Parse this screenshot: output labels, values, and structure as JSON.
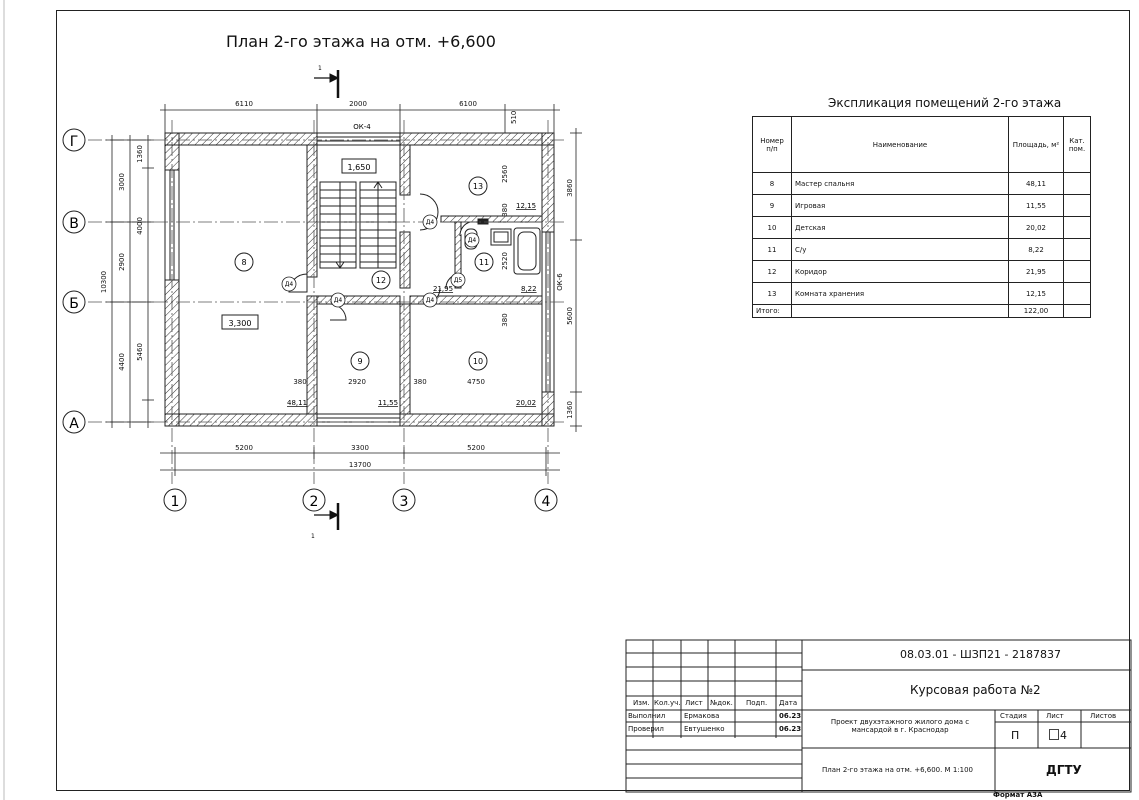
{
  "plan": {
    "title": "План 2-го этажа на отм. +6,600",
    "section_mark": "1",
    "window_mark_top": "ОК-4",
    "window_mark_side": "ОК-6",
    "stair_level": "1,650",
    "level_mark": "3,300",
    "axes_letters": [
      "Г",
      "В",
      "Б",
      "А"
    ],
    "axes_numbers": [
      "1",
      "2",
      "3",
      "4"
    ],
    "dims_top": [
      "6110",
      "2000",
      "6100",
      "510"
    ],
    "dims_bottom": [
      "5200",
      "3300",
      "5200",
      "13700"
    ],
    "dims_left_outer": [
      "3000",
      "2900",
      "4400",
      "10300"
    ],
    "dims_left_inner": [
      "1360",
      "4000",
      "5460"
    ],
    "dims_right": [
      "3860",
      "5600",
      "1360"
    ],
    "dims_inner": [
      "2560",
      "380",
      "2520",
      "380",
      "2920",
      "380",
      "4750",
      "380"
    ],
    "room_numbers": [
      "8",
      "9",
      "10",
      "11",
      "12",
      "13"
    ],
    "room_areas": [
      "48,11",
      "11,55",
      "20,02",
      "8,22",
      "21,95",
      "12,15"
    ],
    "door_marks": [
      "Д4",
      "Д4",
      "Д4",
      "Д4",
      "Д5",
      "Д4"
    ]
  },
  "explication": {
    "title": "Экспликация помещений 2-го этажа",
    "headers": [
      "Номер п/п",
      "Наименование",
      "Площадь, м²",
      "Кат. пом."
    ],
    "rows": [
      {
        "num": "8",
        "name": "Мастер спальня",
        "area": "48,11",
        "cat": ""
      },
      {
        "num": "9",
        "name": "Игровая",
        "area": "11,55",
        "cat": ""
      },
      {
        "num": "10",
        "name": "Детская",
        "area": "20,02",
        "cat": ""
      },
      {
        "num": "11",
        "name": "С/у",
        "area": "8,22",
        "cat": ""
      },
      {
        "num": "12",
        "name": "Коридор",
        "area": "21,95",
        "cat": ""
      },
      {
        "num": "13",
        "name": "Комната хранения",
        "area": "12,15",
        "cat": ""
      }
    ],
    "total_label": "Итого:",
    "total_area": "122,00"
  },
  "stamp": {
    "code": "08.03.01 - ШЗП21 - 2187837",
    "work": "Курсовая работа №2",
    "col_headers": [
      "Изм.",
      "Кол.уч.",
      "Лист",
      "№док.",
      "Подп.",
      "Дата"
    ],
    "row1_role": "Выполнил",
    "row1_name": "Ермакова",
    "row1_date": "06.23",
    "row2_role": "Проверил",
    "row2_name": "Евтушенко",
    "row2_date": "06.23",
    "project": "Проект двухэтажного жилого дома с мансардой в г. Краснодар",
    "stage_label": "Стадия",
    "sheet_label": "Лист",
    "sheets_label": "Листов",
    "stage": "П",
    "sheet": "4",
    "drawing_name": "План 2-го этажа на отм. +6,600. М 1:100",
    "org": "ДГТУ",
    "format": "Формат А3А"
  }
}
